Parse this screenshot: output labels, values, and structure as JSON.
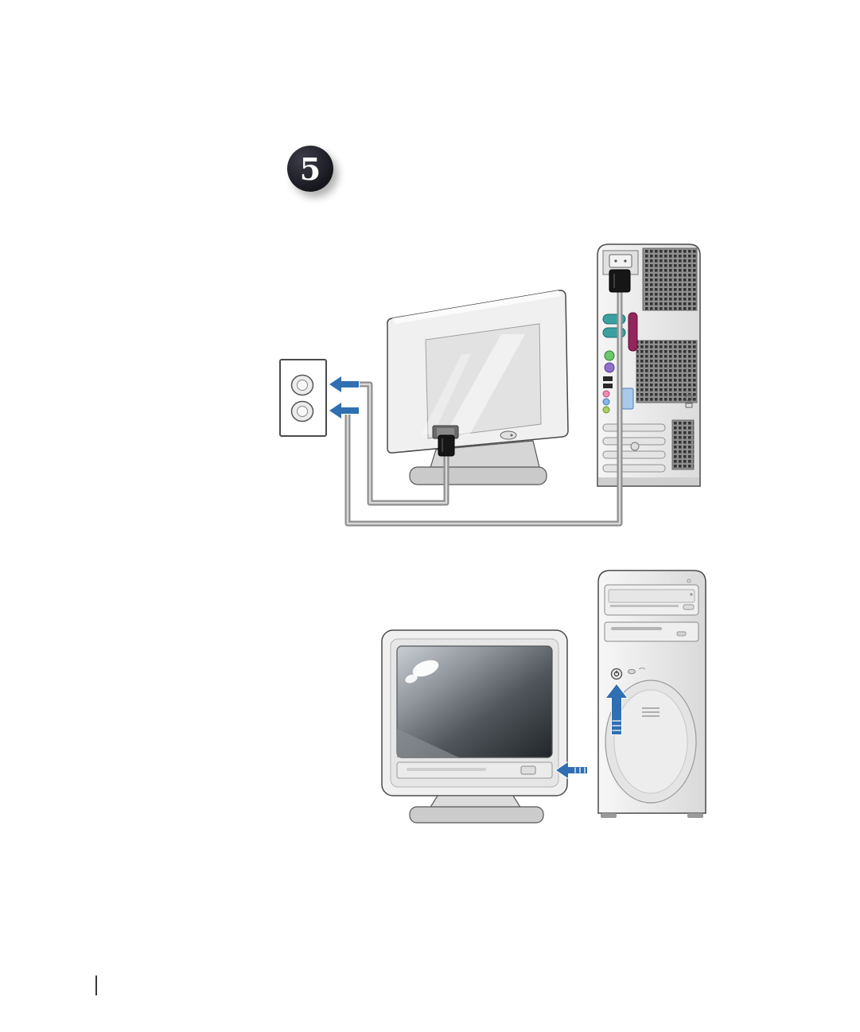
{
  "page": {
    "background": "#ffffff",
    "step_badge": {
      "number": "5"
    }
  },
  "colors": {
    "arrow_blue": "#2f6fb2",
    "badge_bg": "#16161e",
    "badge_text": "#ffffff",
    "cable_outer": "#8f8f8f",
    "cable_inner": "#d9d9d9",
    "outline": "#4a4a4a",
    "port_teal": "#3aa0a0",
    "port_magenta": "#93265c",
    "ps2_green": "#6cc86c",
    "ps2_purple": "#9070cc",
    "jack_pink": "#ef8ab0",
    "jack_blue": "#82b8e8",
    "jack_green": "#a8d060",
    "network_blue": "#a8c8ec"
  },
  "illustrations": {
    "top": "connect-power-cables-illustration",
    "bottom": "press-power-buttons-illustration"
  }
}
